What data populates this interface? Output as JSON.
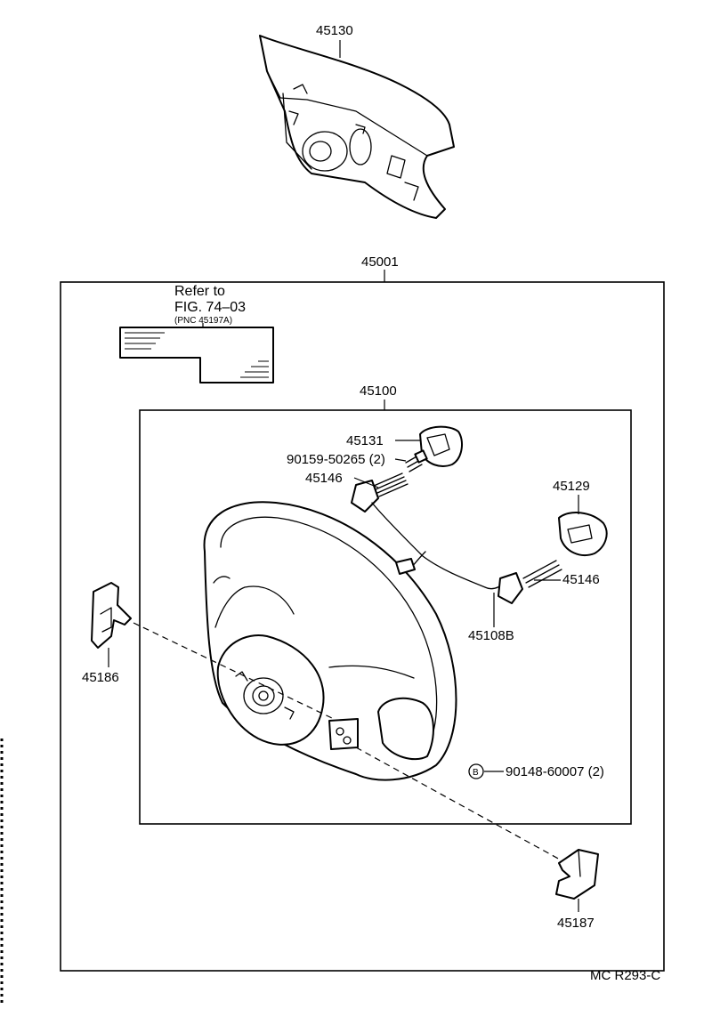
{
  "labels": {
    "p45130": "45130",
    "p45001": "45001",
    "refer_line1": "Refer to",
    "refer_line2": "FIG. 74–03",
    "refer_line3": "(PNC 45197A)",
    "p45100": "45100",
    "p45131": "45131",
    "bolt": "90159-50265 (2)",
    "p45146_left": "45146",
    "p45129": "45129",
    "p45146_right": "45146",
    "p45108B": "45108B",
    "p45186": "45186",
    "bolt_b_symbol": "B",
    "bolt_b": "90148-60007 (2)",
    "p45187": "45187",
    "diagram_code": "MC R293-C"
  }
}
